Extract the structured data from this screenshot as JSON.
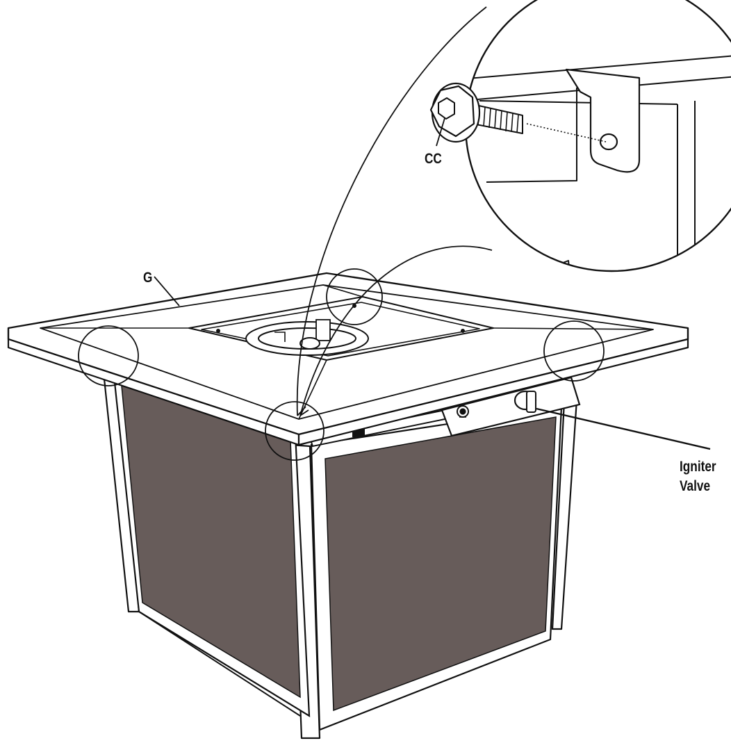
{
  "labels": {
    "table_top": "G",
    "bolt": "CC",
    "control_line1": "Igniter",
    "control_line2": "Valve"
  },
  "colors": {
    "panel_fill": "#675c5a",
    "line": "#111111",
    "background": "#ffffff"
  },
  "icons": {
    "bolt": "flange-hex-bolt-icon"
  }
}
